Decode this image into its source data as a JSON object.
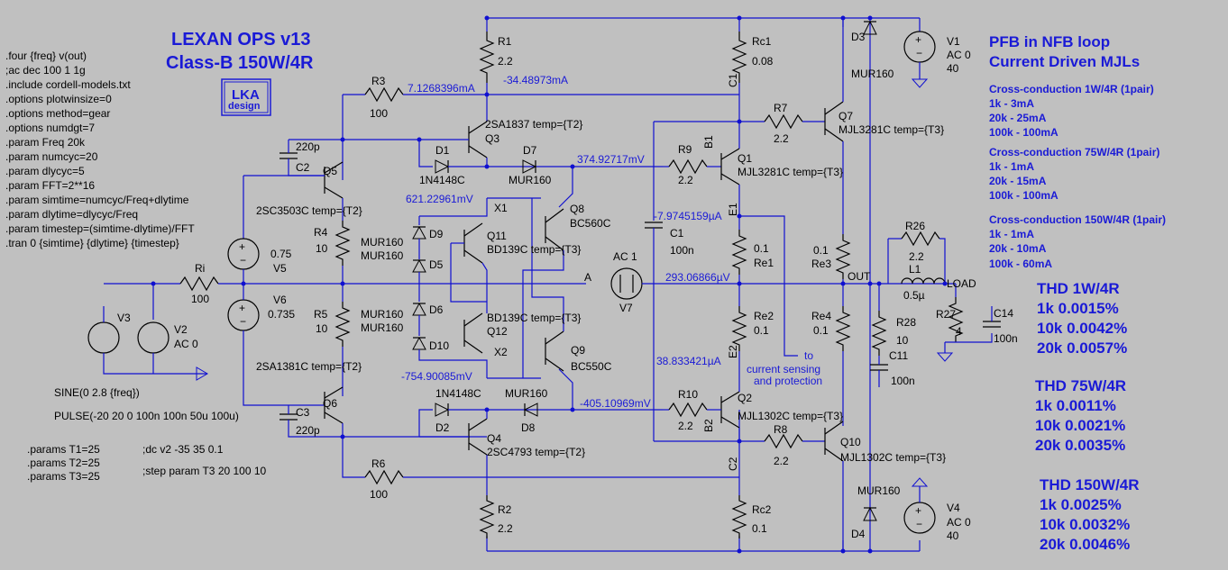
{
  "title": {
    "line1": "LEXAN OPS v13",
    "line2": "Class-B 150W/4R"
  },
  "logo": {
    "line1": "LKA",
    "line2": "design"
  },
  "directives": [
    ".four {freq} v(out)",
    ";ac dec 100 1 1g",
    ".include cordell-models.txt",
    ".options plotwinsize=0",
    ".options method=gear",
    ".options numdgt=7",
    ".param Freq  20k",
    ".param numcyc=20",
    ".param dlycyc=5",
    ".param FFT=2**16",
    ".param simtime=numcyc/Freq+dlytime",
    ".param dlytime=dlycyc/Freq",
    ".param timestep=(simtime-dlytime)/FFT",
    ".tran 0 {simtime} {dlytime} {timestep}"
  ],
  "params": [
    ".params T1=25",
    ".params T2=25",
    ".params T3=25"
  ],
  "comments": [
    ";dc v2 -35 35 0.1",
    ";step param T3 20 100 10"
  ],
  "sources": {
    "sine": "SINE(0 2.8 {freq})",
    "pulse": "PULSE(-20 20 0 100n 100n 50u 100u)"
  },
  "notes": {
    "pfb1": "PFB in NFB loop",
    "pfb2": "Current Driven MJLs",
    "cc1_title": "Cross-conduction 1W/4R (1pair)",
    "cc1": [
      "1k - 3mA",
      "20k - 25mA",
      "100k - 100mA"
    ],
    "cc75_title": "Cross-conduction 75W/4R (1pair)",
    "cc75": [
      "1k - 1mA",
      "20k - 15mA",
      "100k - 100mA"
    ],
    "cc150_title": "Cross-conduction 150W/4R (1pair)",
    "cc150": [
      "1k - 1mA",
      "20k - 10mA",
      "100k - 60mA"
    ]
  },
  "thd": [
    {
      "title": "THD 1W/4R",
      "rows": [
        "1k  0.0015%",
        "10k  0.0042%",
        "20k 0.0057%"
      ]
    },
    {
      "title": "THD 75W/4R",
      "rows": [
        "1k  0.0011%",
        "10k  0.0021%",
        "20k 0.0035%"
      ]
    },
    {
      "title": "THD 150W/4R",
      "rows": [
        "1k  0.0025%",
        "10k  0.0032%",
        "20k 0.0046%"
      ]
    }
  ],
  "currents": {
    "i1": "7.1268396mA",
    "i2": "-34.48973mA",
    "i3": "374.92717mV",
    "i4": "621.22961mV",
    "i5": "-7.9745159µA",
    "i6": "293.06866µV",
    "i7": "-754.90085mV",
    "i8": "38.833421µA",
    "i9": "-405.10969mV"
  },
  "components": {
    "R1": "R1",
    "R1v": "2.2",
    "Rc1": "Rc1",
    "Rc1v": "0.08",
    "R3": "R3",
    "R3v": "100",
    "Q3": "Q3",
    "Q3m": "2SA1837  temp={T2}",
    "D1": "D1",
    "D1m": "1N4148C",
    "D7": "D7",
    "D7m": "MUR160",
    "Q5": "Q5",
    "Q5m": "2SC3503C temp={T2}",
    "C2": "C2",
    "C2v": "220p",
    "R4": "R4",
    "R4v": "10",
    "V5": "V5",
    "V5v": "0.75",
    "Ri": "Ri",
    "Riv": "100",
    "V6": "V6",
    "V6v": "0.735",
    "R5": "R5",
    "R5v": "10",
    "Q6": "Q6",
    "Q6m": "2SA1381C  temp={T2}",
    "C3": "C3",
    "C3v": "220p",
    "R6": "R6",
    "R6v": "100",
    "V3": "V3",
    "V2": "V2",
    "V2v": "AC 0",
    "X1": "X1",
    "X2": "X2",
    "D9": "D9",
    "D5": "D5",
    "D6": "D6",
    "D10": "D10",
    "Dm": "MUR160",
    "Q11": "Q11",
    "Q11m": "BD139C temp={T3}",
    "Q12": "Q12",
    "Q12m": "BD139C temp={T3}",
    "Q8": "Q8",
    "Q8m": "BC560C",
    "Q9": "Q9",
    "Q9m": "BC550C",
    "A": "A",
    "AC1": "AC 1",
    "V7": "V7",
    "C1": "C1",
    "C1v": "100n",
    "D2": "D2",
    "D2m": "1N4148C",
    "D8": "D8",
    "D8m": "MUR160",
    "Q4": "Q4",
    "Q4m": "2SC4793  temp={T2}",
    "R2": "R2",
    "R2v": "2.2",
    "R9": "R9",
    "R9v": "2.2",
    "B1": "B1",
    "Q1": "Q1",
    "Q1m": "MJL3281C temp={T3}",
    "E1": "E1",
    "Re1": "Re1",
    "Re1v": "0.1",
    "Re2": "Re2",
    "Re2v": "0.1",
    "E2": "E2",
    "R10": "R10",
    "R10v": "2.2",
    "B2": "B2",
    "Q2": "Q2",
    "Q2m": "MJL1302C temp={T3}",
    "C1n": "C1",
    "C2n": "C2",
    "Rc2": "Rc2",
    "Rc2v": "0.1",
    "R7": "R7",
    "R7v": "2.2",
    "Q7": "Q7",
    "Q7m": "MJL3281C temp={T3}",
    "R8": "R8",
    "R8v": "2.2",
    "Q10": "Q10",
    "Q10m": "MJL1302C temp={T3}",
    "Re3": "Re3",
    "Re3v": "0.1",
    "Re4": "Re4",
    "Re4v": "0.1",
    "OUT": "OUT",
    "D3": "D3",
    "D3m": "MUR160",
    "D4": "D4",
    "D4m": "MUR160",
    "V1": "V1",
    "V1a": "AC 0",
    "V1v": "40",
    "V4": "V4",
    "V4a": "AC 0",
    "V4v": "40",
    "R26": "R26",
    "R26v": "2.2",
    "L1": "L1",
    "L1v": "0.5µ",
    "LOAD": "LOAD",
    "R28": "R28",
    "R28v": "10",
    "C11": "C11",
    "C11v": "100n",
    "R27": "R27",
    "R27v": "4",
    "C14": "C14",
    "C14v": "100n",
    "sense1": "to",
    "sense2": "current sensing",
    "sense3": "and protection"
  }
}
